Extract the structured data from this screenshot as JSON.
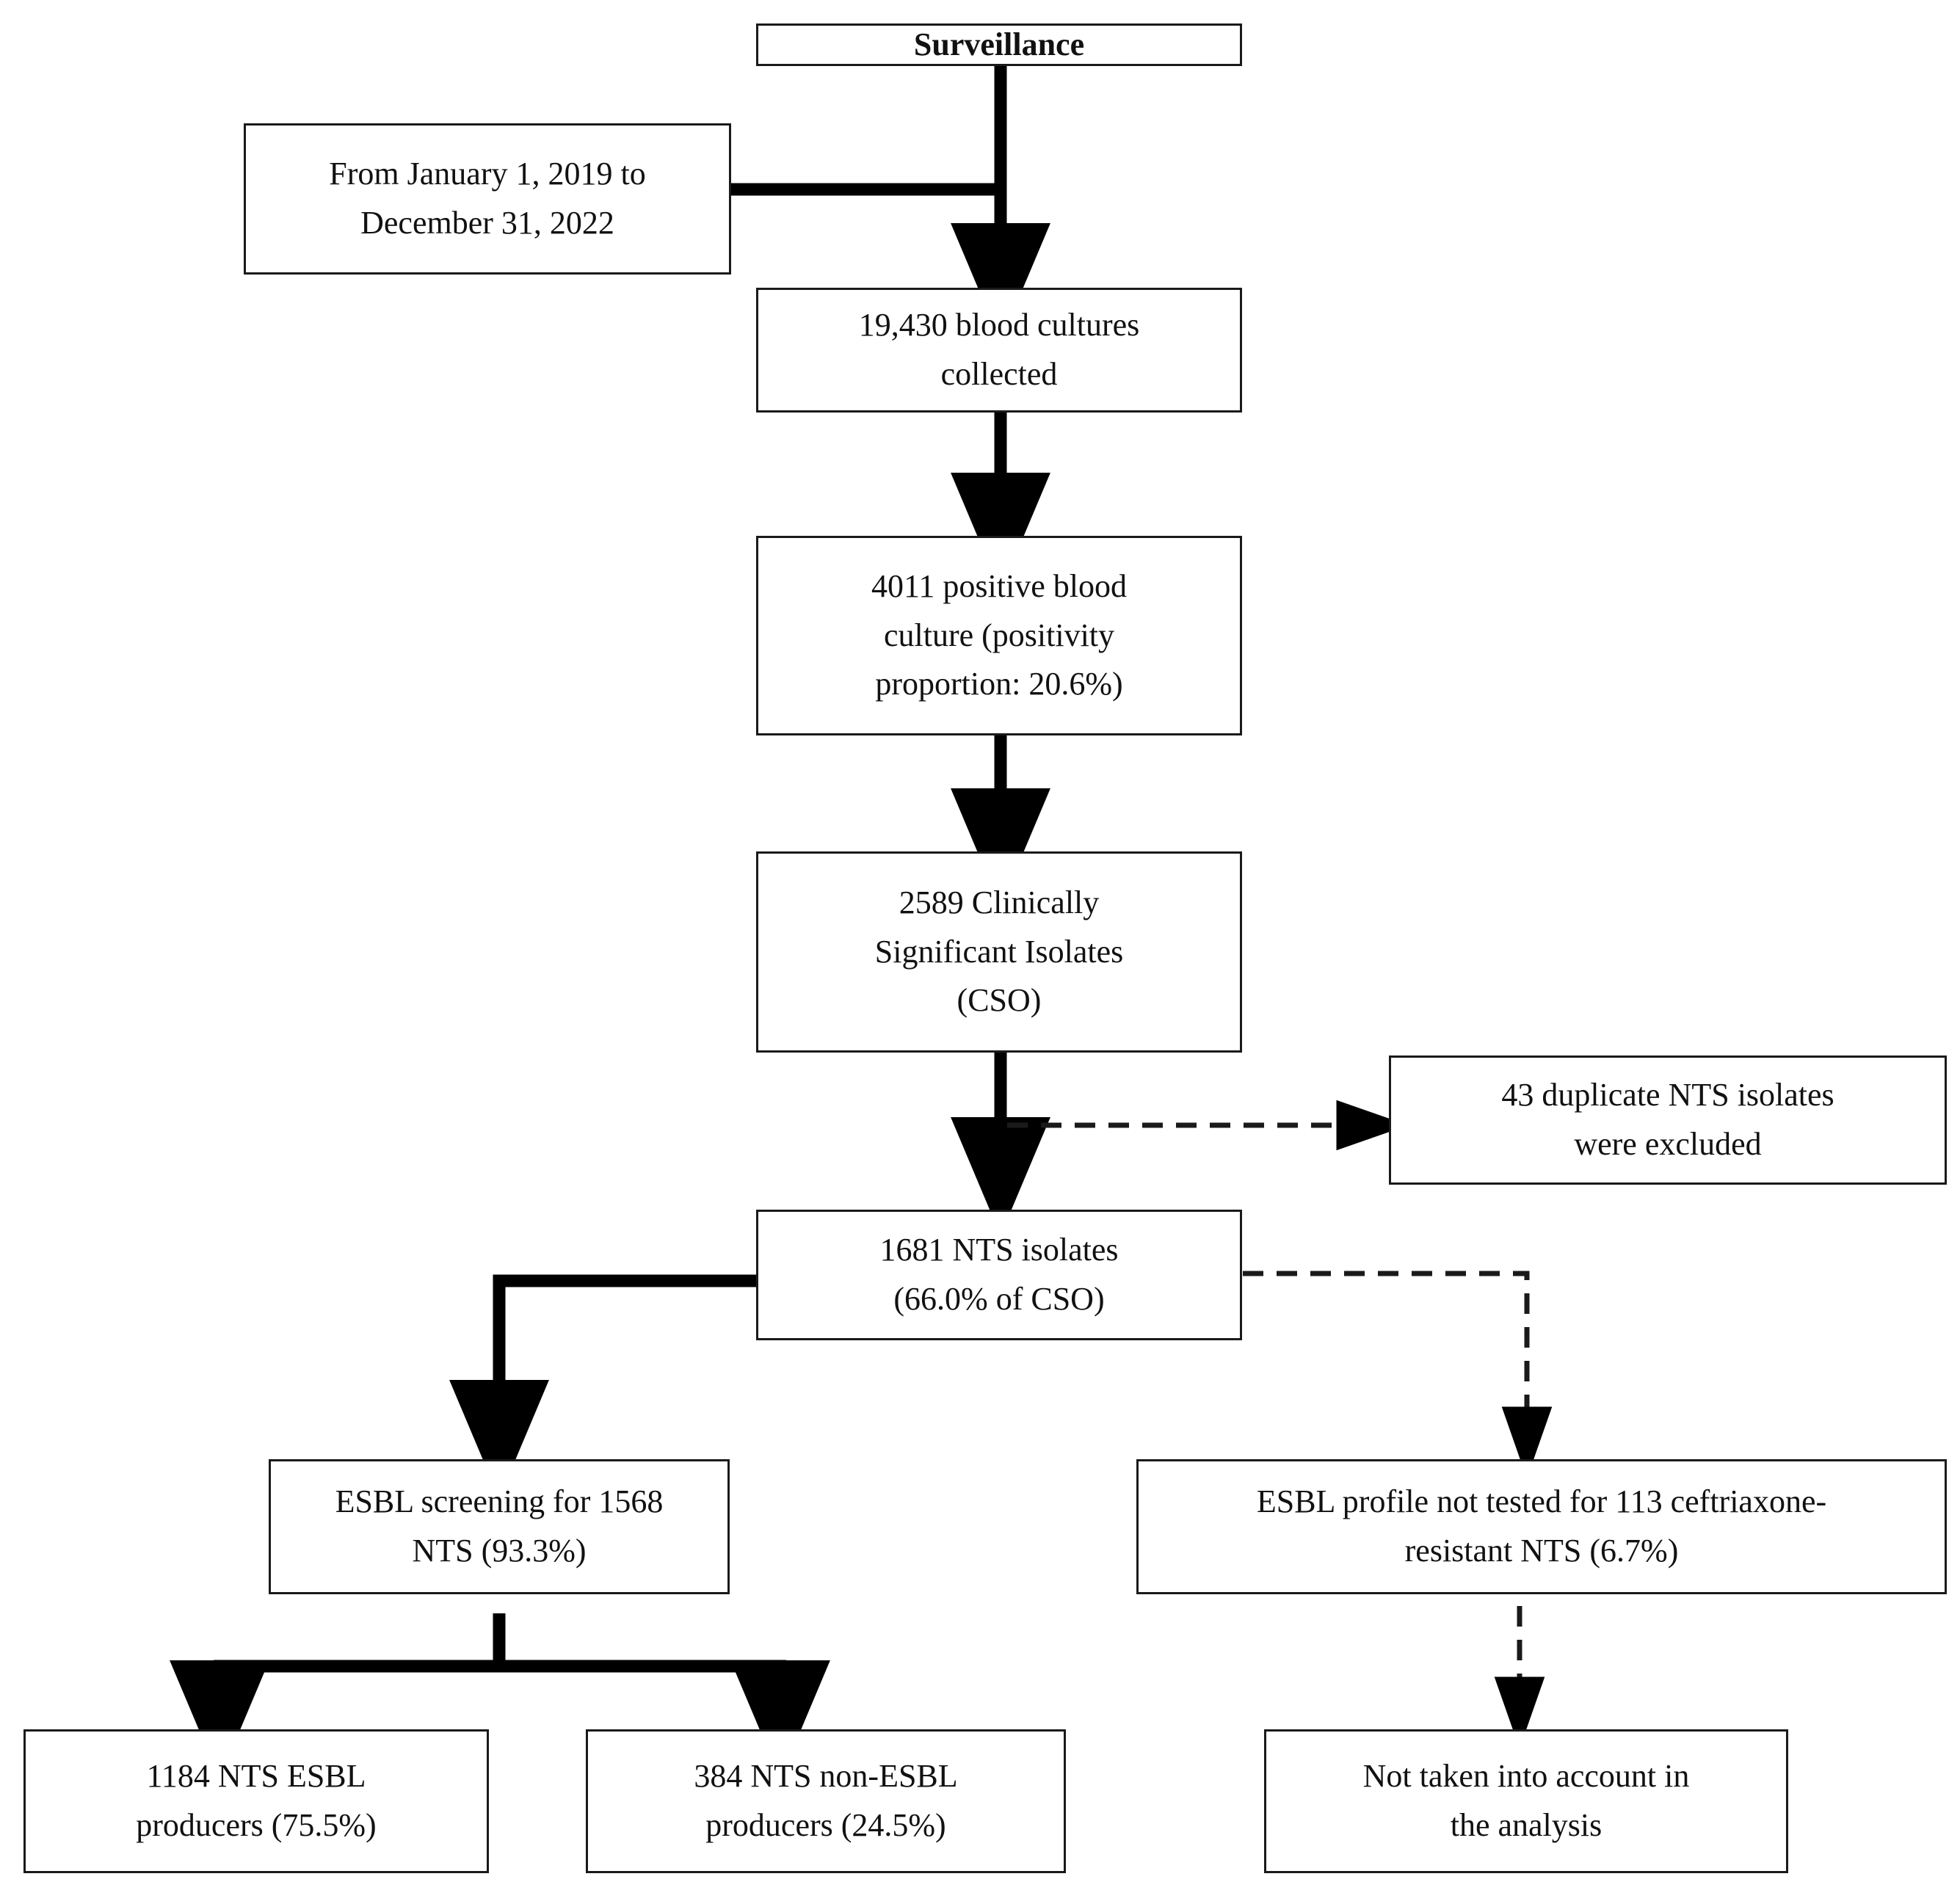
{
  "diagram": {
    "title": "NTS bloodstream infection surveillance flow",
    "type": "flowchart",
    "colors": {
      "box_border": "#1a1a1a",
      "box_fill": "#ffffff",
      "connector_solid": "#000000",
      "connector_dashed": "#1a1a1a",
      "text": "#111111"
    }
  },
  "nodes": {
    "surveillance": {
      "label": "Surveillance"
    },
    "period": {
      "label": "From January 1, 2019 to\nDecember 31, 2022"
    },
    "blood_cultures": {
      "label": "19,430 blood cultures\ncollected"
    },
    "positive_cultures": {
      "label": "4011 positive blood\nculture (positivity\nproportion: 20.6%)"
    },
    "clinically_significant": {
      "label": "2589 Clinically\nSignificant Isolates\n(CSO)"
    },
    "duplicates_excluded": {
      "label": "43 duplicate NTS isolates\nwere excluded"
    },
    "nts_isolates": {
      "label": "1681 NTS isolates\n(66.0% of CSO)"
    },
    "esbl_screening": {
      "label": "ESBL screening for 1568\nNTS (93.3%)"
    },
    "esbl_not_tested": {
      "label": "ESBL profile not tested for 113 ceftriaxone-\nresistant NTS (6.7%)"
    },
    "esbl_producers": {
      "label": "1184 NTS ESBL\nproducers (75.5%)"
    },
    "non_esbl_producers": {
      "label": "384 NTS non-ESBL\nproducers (24.5%)"
    },
    "not_in_analysis": {
      "label": "Not taken into account in\nthe analysis"
    }
  },
  "chart_data": {
    "type": "flowchart",
    "title": "NTS bloodstream infection surveillance flow",
    "steps": [
      {
        "id": "surveillance",
        "text": "Surveillance"
      },
      {
        "id": "period",
        "text": "From January 1, 2019 to December 31, 2022"
      },
      {
        "id": "blood_cultures",
        "text": "19,430 blood cultures collected",
        "value": 19430
      },
      {
        "id": "positive_cultures",
        "text": "4011 positive blood culture (positivity proportion: 20.6%)",
        "value": 4011,
        "percent": 20.6
      },
      {
        "id": "clinically_significant",
        "text": "2589 Clinically Significant Isolates (CSO)",
        "value": 2589
      },
      {
        "id": "duplicates_excluded",
        "text": "43 duplicate NTS isolates were excluded",
        "value": 43
      },
      {
        "id": "nts_isolates",
        "text": "1681 NTS isolates (66.0% of CSO)",
        "value": 1681,
        "percent": 66.0
      },
      {
        "id": "esbl_screening",
        "text": "ESBL screening for 1568 NTS (93.3%)",
        "value": 1568,
        "percent": 93.3
      },
      {
        "id": "esbl_not_tested",
        "text": "ESBL profile not tested for 113 ceftriaxone-resistant NTS (6.7%)",
        "value": 113,
        "percent": 6.7
      },
      {
        "id": "esbl_producers",
        "text": "1184 NTS ESBL producers (75.5%)",
        "value": 1184,
        "percent": 75.5
      },
      {
        "id": "non_esbl_producers",
        "text": "384 NTS non-ESBL producers (24.5%)",
        "value": 384,
        "percent": 24.5
      },
      {
        "id": "not_in_analysis",
        "text": "Not taken into account in the analysis"
      }
    ],
    "edges": [
      {
        "from": "surveillance",
        "to": "blood_cultures",
        "style": "solid"
      },
      {
        "from": "period",
        "to": "surveillance",
        "style": "solid"
      },
      {
        "from": "blood_cultures",
        "to": "positive_cultures",
        "style": "solid"
      },
      {
        "from": "positive_cultures",
        "to": "clinically_significant",
        "style": "solid"
      },
      {
        "from": "clinically_significant",
        "to": "nts_isolates",
        "style": "solid"
      },
      {
        "from": "clinically_significant",
        "to": "duplicates_excluded",
        "style": "dashed"
      },
      {
        "from": "nts_isolates",
        "to": "esbl_screening",
        "style": "solid"
      },
      {
        "from": "nts_isolates",
        "to": "esbl_not_tested",
        "style": "dashed"
      },
      {
        "from": "esbl_screening",
        "to": "esbl_producers",
        "style": "solid"
      },
      {
        "from": "esbl_screening",
        "to": "non_esbl_producers",
        "style": "solid"
      },
      {
        "from": "esbl_not_tested",
        "to": "not_in_analysis",
        "style": "dashed"
      }
    ]
  }
}
